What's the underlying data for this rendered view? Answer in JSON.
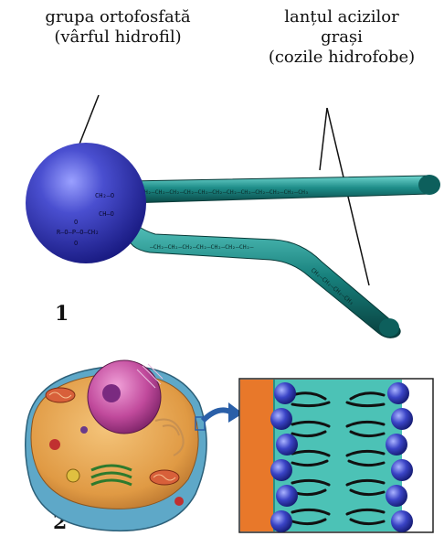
{
  "labels": {
    "head_line1": "grupa ortofosfată",
    "head_line2": "(vârful hidrofil)",
    "tail_line1": "lanțul acizilor",
    "tail_line2": "grași",
    "tail_line3": "(cozile hidrofobe)",
    "figure_1": "1",
    "figure_2": "2"
  },
  "molecule_text": {
    "row1": "CH₂–O",
    "row2": "CH–O",
    "row3": "R–O–P–O–CH₂",
    "o_top": "O",
    "o_bottom": "O"
  },
  "colors": {
    "head": "#2d2fa8",
    "tail": "#137a78",
    "membrane_outer": "#e8782a",
    "membrane_inner": "#4cc2b6",
    "phospholipid_head": "#2a36a8",
    "cell_body": "#e0a24a",
    "nucleus": "#b23a8c"
  }
}
